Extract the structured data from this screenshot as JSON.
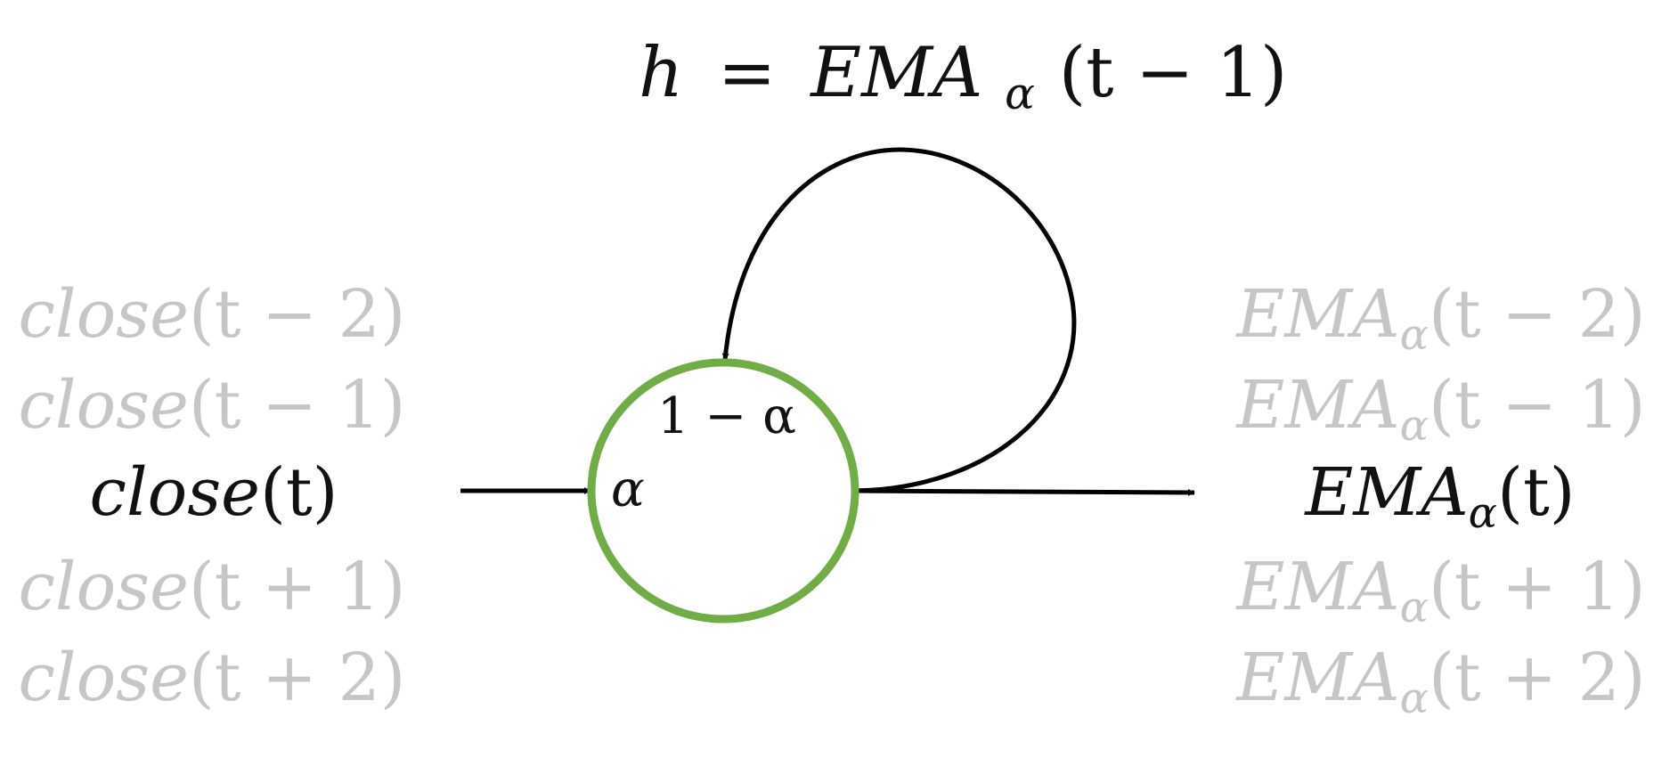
{
  "formula": {
    "h": "h",
    "eq": "=",
    "ema": "EMA",
    "sub": "α",
    "args": "(t − 1)"
  },
  "inputs": [
    {
      "fn": "close",
      "arg": "(t − 2)",
      "current": false
    },
    {
      "fn": "close",
      "arg": "(t − 1)",
      "current": false
    },
    {
      "fn": "close",
      "arg": "(t)",
      "current": true
    },
    {
      "fn": "close",
      "arg": "(t + 1)",
      "current": false
    },
    {
      "fn": "close",
      "arg": "(t + 2)",
      "current": false
    }
  ],
  "outputs": [
    {
      "fn": "EMA",
      "sub": "α",
      "arg": "(t − 2)",
      "current": false
    },
    {
      "fn": "EMA",
      "sub": "α",
      "arg": "(t − 1)",
      "current": false
    },
    {
      "fn": "EMA",
      "sub": "α",
      "arg": "(t)",
      "current": true
    },
    {
      "fn": "EMA",
      "sub": "α",
      "arg": "(t + 1)",
      "current": false
    },
    {
      "fn": "EMA",
      "sub": "α",
      "arg": "(t + 2)",
      "current": false
    }
  ],
  "node": {
    "input_weight": "α",
    "recurrent_weight": "1 − α"
  },
  "colors": {
    "node_stroke": "#71ad47",
    "edge": "#000000",
    "faded_text": "#c6c6c6",
    "active_text": "#111111"
  }
}
